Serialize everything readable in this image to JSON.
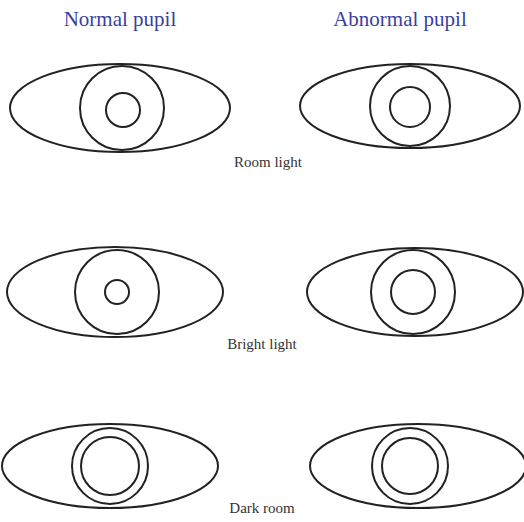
{
  "diagram": {
    "labels": [
      "Normal pupil",
      "Abnormal pupil",
      "Room light",
      "Bright light",
      "Dark room"
    ]
  }
}
